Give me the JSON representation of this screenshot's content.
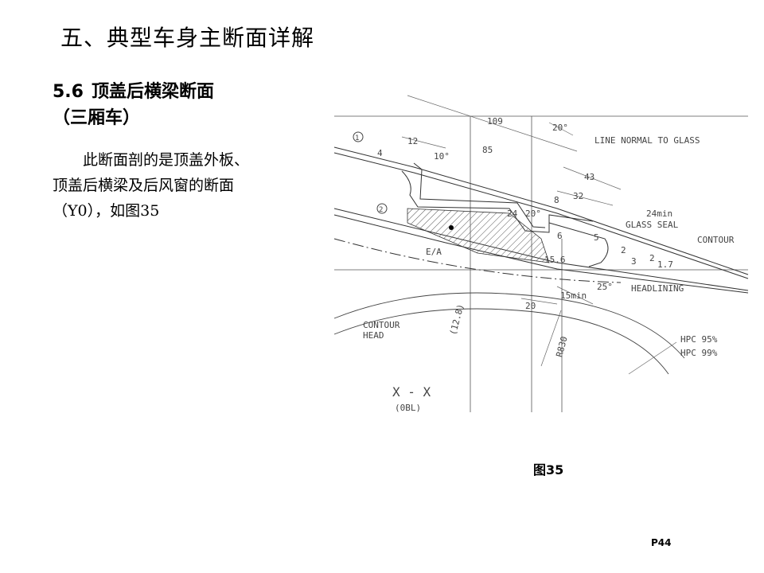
{
  "page": {
    "title": "五、典型车身主断面详解",
    "section_number": "5.6",
    "section_title": "顶盖后横梁断面",
    "section_subtitle": "（三厢车）",
    "description": "此断面剖的是顶盖外板、顶盖后横梁及后风窗的断面（Y0），如图35",
    "figure_caption": "图35",
    "page_number": "P44"
  },
  "drawing": {
    "dims": {
      "d109": "109",
      "d85": "85",
      "d12": "12",
      "d4": "4",
      "d10deg": "10°",
      "d20deg": "20°",
      "d43": "43",
      "d32": "32",
      "d8": "8",
      "d24": "24",
      "d20deg2": "20°",
      "d6": "6",
      "d5": "5",
      "d15_6": "15.6",
      "d20": "20",
      "d15min": "15min",
      "d25deg": "25°",
      "d24min": "24min",
      "d2a": "2",
      "d3": "3",
      "d2b": "2",
      "d1_7": "1.7",
      "d12_8": "(12.8)",
      "r830": "R830"
    },
    "labels": {
      "line_normal": "LINE NORMAL TO GLASS",
      "glass_seal": "GLASS SEAL",
      "contour": "CONTOUR",
      "headlining": "HEADLINING",
      "ea": "E/A",
      "contour_head_1": "CONTOUR",
      "contour_head_2": "HEAD",
      "hpc95": "HPC 95%",
      "hpc99": "HPC 99%",
      "section_xx": "X - X",
      "section_obl": "(0BL)",
      "balloon1": "1",
      "balloon2": "2"
    }
  }
}
